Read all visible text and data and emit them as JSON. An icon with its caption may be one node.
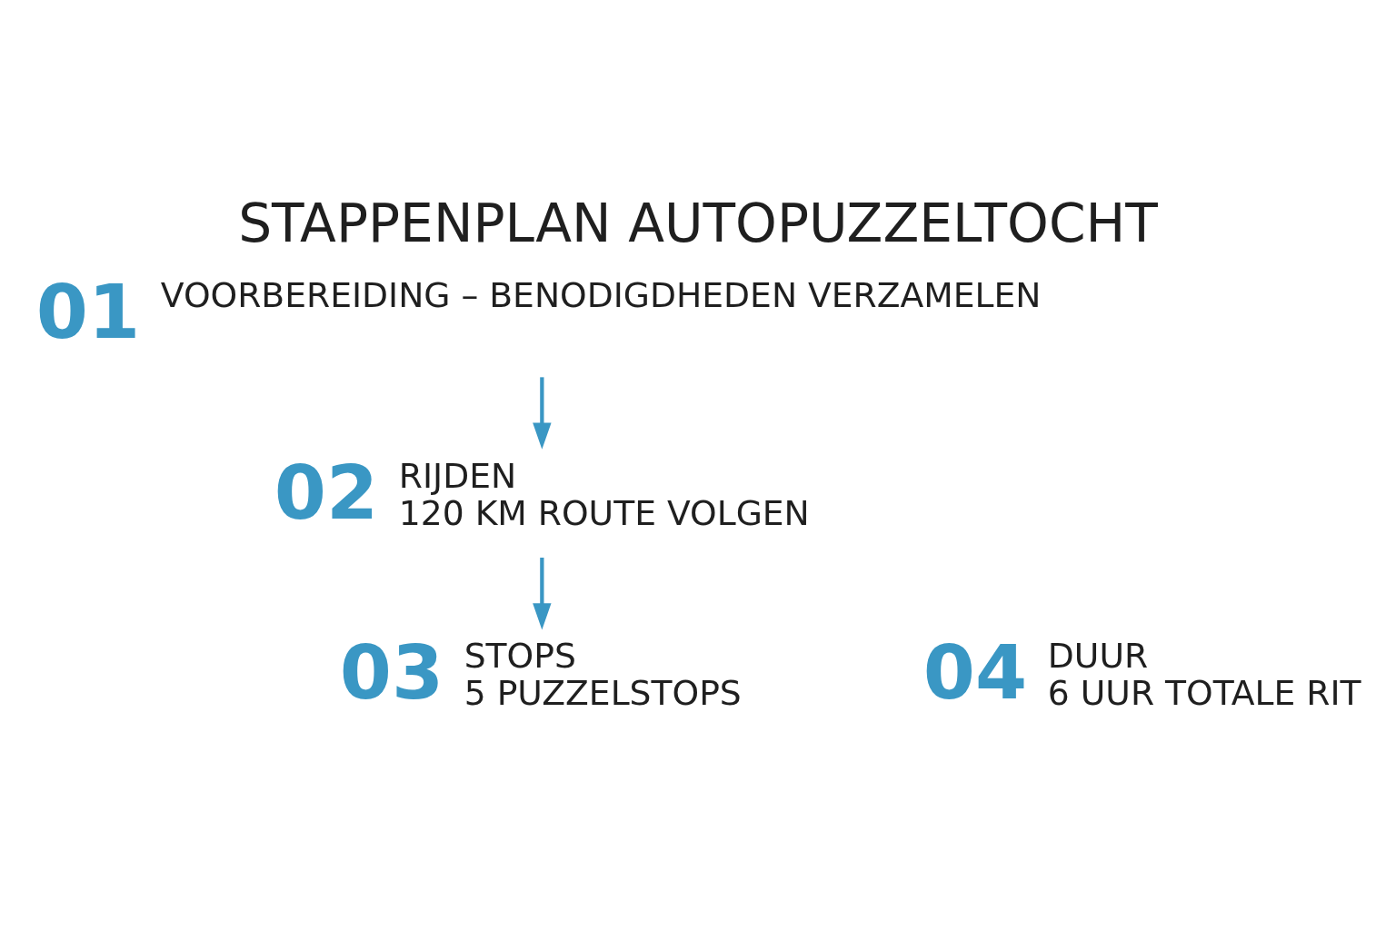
{
  "diagram": {
    "title": "STAPPENPLAN AUTOPUZZELTOCHT",
    "nodes": [
      {
        "text": [
          "01",
          "VOORBEREIDING – BENODIGDHEDEN VERZAMELEN"
        ]
      },
      {
        "text": [
          "02",
          "RIJDEN",
          "120 KM ROUTE VOLGEN"
        ]
      },
      {
        "text": [
          "03",
          "STOPS",
          "5 PUZZELSTOPS"
        ]
      },
      {
        "text": [
          "04",
          "DUUR",
          "6 UUR TOTALE RIT"
        ]
      }
    ],
    "edges": [
      {
        "from": 0,
        "to": 1,
        "arrow": "to"
      },
      {
        "from": 1,
        "to": 2,
        "arrow": "to"
      }
    ]
  }
}
